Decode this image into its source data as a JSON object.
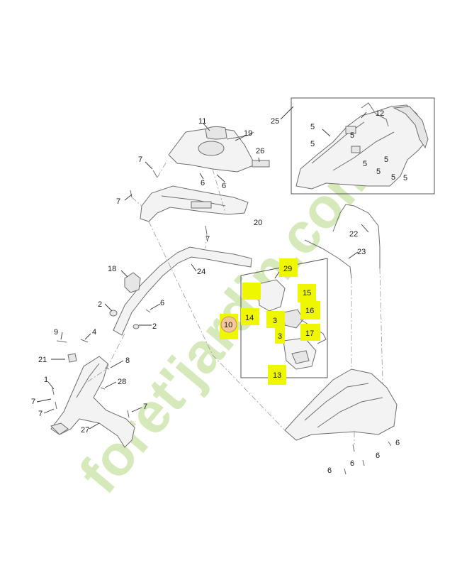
{
  "diagram": {
    "watermark": "foret'jardin.com",
    "callouts": {
      "c11": "11",
      "c19": "19",
      "c26": "26",
      "c7a": "7",
      "c7b": "7",
      "c7c": "7",
      "c6a": "6",
      "c6b": "6",
      "c20": "20",
      "c25": "25",
      "c12": "12",
      "c5a": "5",
      "c5b": "5",
      "c5c": "5",
      "c5d": "5",
      "c5e": "5",
      "c5f": "5",
      "c5g": "5",
      "c5h": "5",
      "c22": "22",
      "c23": "23",
      "c18": "18",
      "c24": "24",
      "c2a": "2",
      "c2b": "2",
      "c6c": "6",
      "c29": "29",
      "c15": "15",
      "c16": "16",
      "c14": "14",
      "c3a": "3",
      "c3b": "3",
      "c17": "17",
      "c10": "10",
      "c13": "13",
      "c9": "9",
      "c4": "4",
      "c21": "21",
      "c8": "8",
      "c1": "1",
      "c28": "28",
      "c7d": "7",
      "c7e": "7",
      "c7f": "7",
      "c27": "27",
      "c6d": "6",
      "c6e": "6",
      "c6f": "6",
      "c6g": "6"
    }
  }
}
